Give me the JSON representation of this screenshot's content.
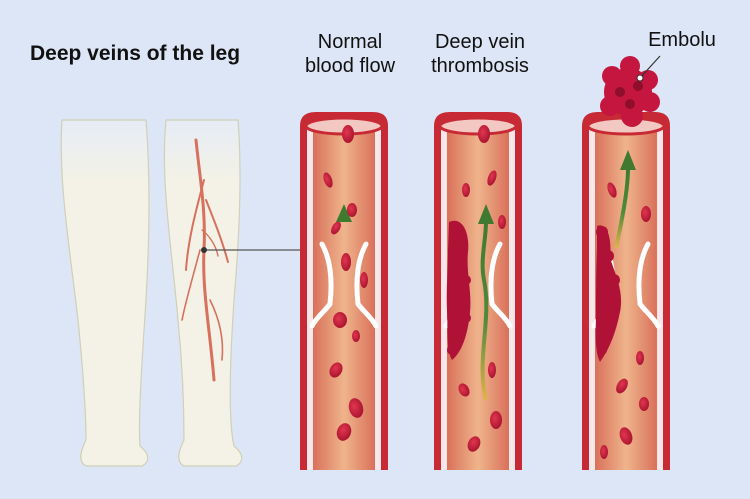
{
  "title": "Deep veins of the leg",
  "panels": {
    "normal": {
      "line1": "Normal",
      "line2": "blood flow"
    },
    "dvt": {
      "line1": "Deep vein",
      "line2": "thrombosis"
    },
    "embolus": {
      "label": "Embolu"
    }
  },
  "colors": {
    "background": "#dde6f6",
    "vein_wall": "#d83a3f",
    "vein_inner": "#e8a57f",
    "blood_cell": "#c9183a",
    "clot": "#b01237",
    "flow_arrow": "#4f8a3a",
    "valve": "#ffffff",
    "skin": "#f4f2e6"
  },
  "icons": {
    "flow_arrow": "up-arrow-icon",
    "valve": "vein-valve-icon"
  }
}
